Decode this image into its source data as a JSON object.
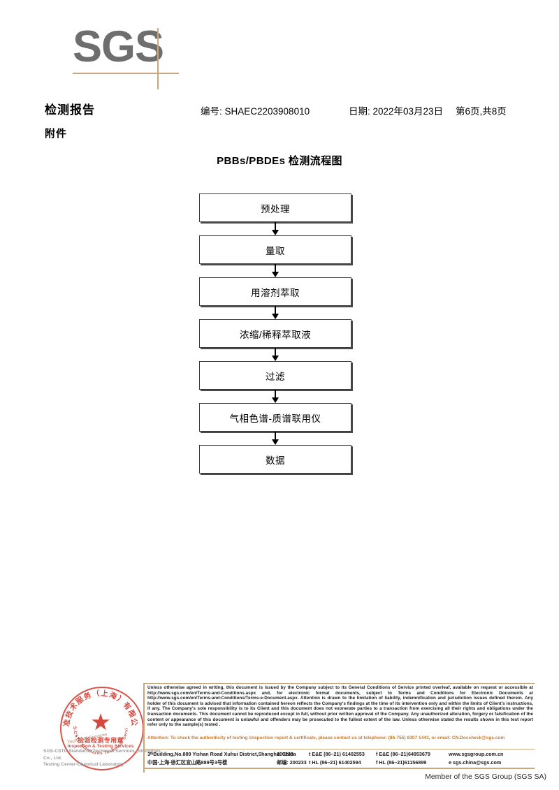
{
  "logo": {
    "text": "SGS",
    "accent_color": "#c8a882",
    "text_color": "#6e6e6e"
  },
  "header": {
    "report_title": "检测报告",
    "attachment_label": "附件",
    "ref_no": "编号: SHAEC2203908010",
    "date": "日期: 2022年03月23日",
    "page": "第6页,共8页"
  },
  "flowchart": {
    "title": "PBBs/PBDEs 检测流程图",
    "steps": [
      {
        "label": "预处理"
      },
      {
        "label": "量取"
      },
      {
        "label": "用溶剂萃取"
      },
      {
        "label": "浓缩/稀释萃取液"
      },
      {
        "label": "过滤"
      },
      {
        "label": "气相色谱-质谱联用仪"
      },
      {
        "label": "数据"
      }
    ]
  },
  "stamp": {
    "arc_text_cn": "准技术服务（上海）有限公",
    "arc_text_en": "SGS-CSTC Standards Technical Services",
    "star": "★",
    "center_cn": "检验检测专用章",
    "center_en": "Inspection & Testing Services",
    "color": "#d2352a",
    "watermark_line1": "SGS-CSTC Standards Technical Services (Shanghai) Co., Ltd.",
    "watermark_line2": "Testing Center-Chemical Laboratory.",
    "watermark_diag": "Technical Services"
  },
  "footer": {
    "legal_text": "Unless otherwise agreed in writing, this document is issued by the Company subject to its General Conditions of Service printed overleaf, available on request or accessible at http://www.sgs.com/en/Terms-and-Conditions.aspx and, for electronic format documents, subject to Terms and Conditions for Electronic Documents at http://www.sgs.com/en/Terms-and-Conditions/Terms-e-Document.aspx. Attention is drawn to the limitation of liability, indemnification and jurisdiction issues defined therein. Any holder of this document is advised that information contained hereon reflects the Company's findings at the time of its intervention only and within the limits of Client's instructions, if any. The Company's sole responsibility is to its Client and this document does not exonerate parties to a transaction from exercising all their rights and obligations under the transaction documents. This document cannot be reproduced except in full, without prior written approval of the Company. Any unauthorized alteration, forgery or falsification of the content or appearance of this document is unlawful and offenders may be prosecuted to the fullest extent of the law. Unless otherwise stated the results shown in this test report refer only to the sample(s) tested .",
    "attention_text": "Attention: To check the authenticity of testing /inspection report & certificate, please contact us at telephone: (86-755) 8307 1443, or email: CN.Doccheck@sgs.com",
    "attention_color": "#c8782a",
    "address_en": "3ᵗʰBuilding,No.889 Yishan Road Xuhui District,Shanghai China",
    "address_cn": "中国·上海·徐汇区宜山路889号3号楼",
    "postcode_en": "200233",
    "postcode_cn": "邮编: 200233",
    "tel_ee": "t E&E (86–21) 61402553",
    "fax_ee": "f E&E (86–21)64953679",
    "tel_hl": "t HL (86–21) 61402594",
    "fax_hl": "f HL (86–21)61156899",
    "website": "www.sgsgroup.com.cn",
    "email": "e sgs.china@sgs.com",
    "member_line": "Member of the SGS Group (SGS SA)"
  }
}
